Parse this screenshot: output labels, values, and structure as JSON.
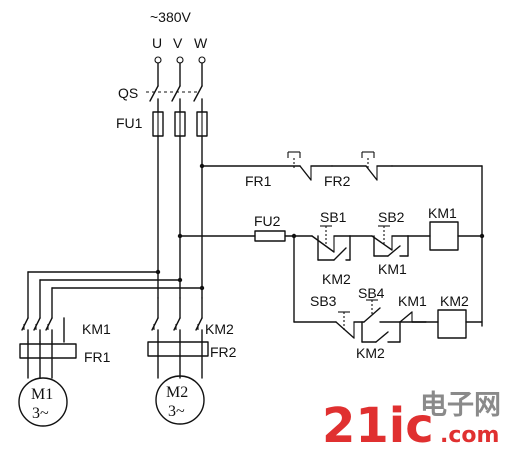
{
  "supply": {
    "voltage": "~380V",
    "phase_u": "U",
    "phase_v": "V",
    "phase_w": "W"
  },
  "power": {
    "switch": "QS",
    "fuse_main": "FU1"
  },
  "control": {
    "fuse": "FU2",
    "overload_fr1": "FR1",
    "overload_fr2": "FR2",
    "button_sb1": "SB1",
    "button_sb2": "SB2",
    "button_sb3": "SB3",
    "button_sb4": "SB4",
    "coil_km1": "KM1",
    "coil_km2": "KM2",
    "contact_km2_top": "KM2",
    "contact_km1_top": "KM1",
    "contact_km2_bottom": "KM2",
    "contact_km1_bottom": "KM1"
  },
  "motor1": {
    "contactor": "KM1",
    "overload": "FR1",
    "name": "M1",
    "type": "3~"
  },
  "motor2": {
    "contactor": "KM2",
    "overload": "FR2",
    "name": "M2",
    "type": "3~"
  },
  "watermark": {
    "number": "21ic",
    "chinese": "电子网",
    "domain": ".com"
  },
  "colors": {
    "line": "#111111",
    "watermark_red": "#e03030",
    "watermark_gray": "#8a8a8a"
  }
}
